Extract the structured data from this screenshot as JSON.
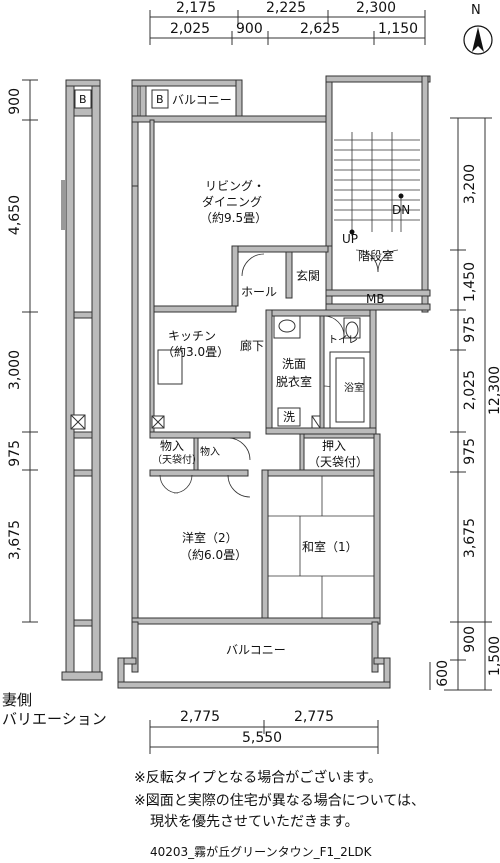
{
  "compass": {
    "label": "N"
  },
  "dims_top": {
    "row1": [
      "2,175",
      "2,225",
      "2,300"
    ],
    "row2": [
      "2,025",
      "900",
      "2,625",
      "1,150"
    ]
  },
  "dims_left": [
    "900",
    "4,650",
    "3,000",
    "975",
    "3,675"
  ],
  "dims_right": {
    "inner": [
      "3,200",
      "1,450",
      "975",
      "2,025",
      "975",
      "3,675",
      "900"
    ],
    "total": "12,300",
    "balcony": "1,500",
    "bottom": "600"
  },
  "dims_bottom": {
    "row1": [
      "2,775",
      "2,775"
    ],
    "total": "5,550"
  },
  "rooms": {
    "b1": "B",
    "b2": "B",
    "balcony_top": "バルコニー",
    "living": [
      "リビング・",
      "ダイニング",
      "（約9.5畳）"
    ],
    "stairs": "階段室",
    "up": "UP",
    "dn": "DN",
    "entrance": "玄関",
    "hall": "ホール",
    "mb": "MB",
    "kitchen": [
      "キッチン",
      "（約3.0畳）"
    ],
    "corridor": "廊下",
    "toilet": "トイレ",
    "washroom": [
      "洗面",
      "脱衣室"
    ],
    "bath": "浴室",
    "washer": "洗",
    "storage1": [
      "物入",
      "（天袋付）"
    ],
    "storage2": "物入",
    "closet": [
      "押入",
      "（天袋付）"
    ],
    "western": [
      "洋室（2）",
      "（約6.0畳）"
    ],
    "japanese": "和室（1）",
    "balcony_bottom": "バルコニー"
  },
  "side_label": [
    "妻側",
    "バリエーション"
  ],
  "notes": [
    "※反転タイプとなる場合がございます。",
    "※図面と実際の住宅が異なる場合については、",
    "現状を優先させていただきます。"
  ],
  "footer": "40203_霧が丘グリーンタウン_F1_2LDK"
}
